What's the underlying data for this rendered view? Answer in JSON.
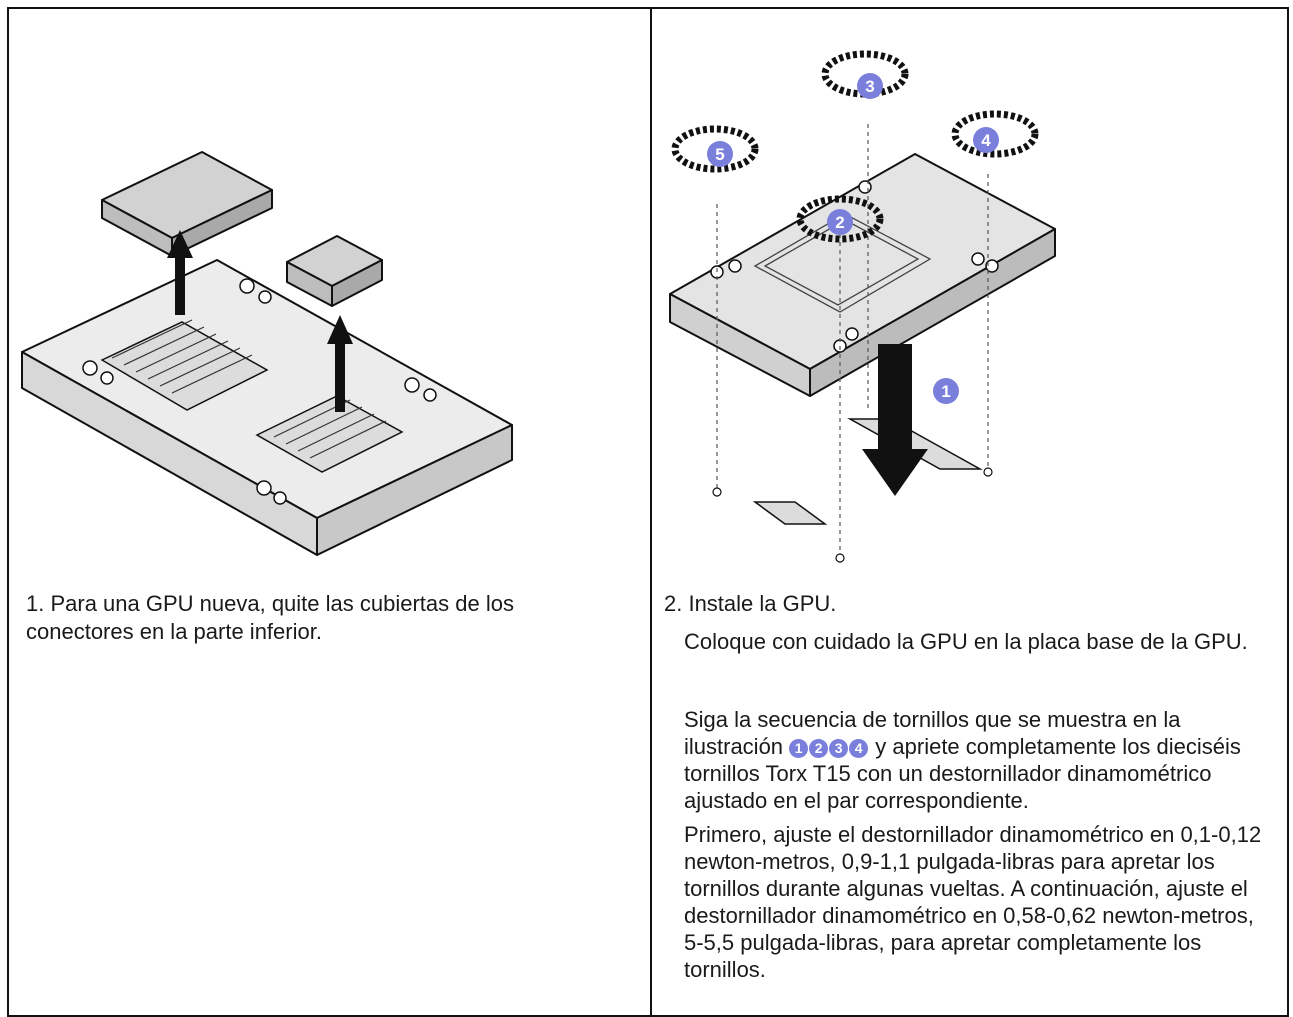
{
  "step1": {
    "text": "1. Para una GPU nueva, quite las cubiertas de los conectores en la parte inferior."
  },
  "step2": {
    "title": "2. Instale la GPU.",
    "p1": "Coloque con cuidado la GPU en la placa base de la GPU.",
    "p2_before": "Siga la secuencia de tornillos que se muestra en la ilustración",
    "p2_badges": [
      "1",
      "2",
      "3",
      "4"
    ],
    "p2_after": " y apriete completamente los dieciséis tornillos Torx T15 con un destornillador dinamométrico ajustado en el par correspondiente.",
    "p3": "Primero, ajuste el destornillador dinamométrico en 0,1-0,12 newton-metros, 0,9-1,1 pulgada-libras para apretar los tornillos durante algunas vueltas. A continuación, ajuste el destornillador dinamométrico en 0,58-0,62 newton-metros, 5-5,5 pulgada-libras, para apretar completamente los tornillos."
  },
  "figure2": {
    "callouts": [
      "1",
      "2",
      "3",
      "4",
      "5"
    ],
    "badge_color": "#7b7fdc"
  }
}
